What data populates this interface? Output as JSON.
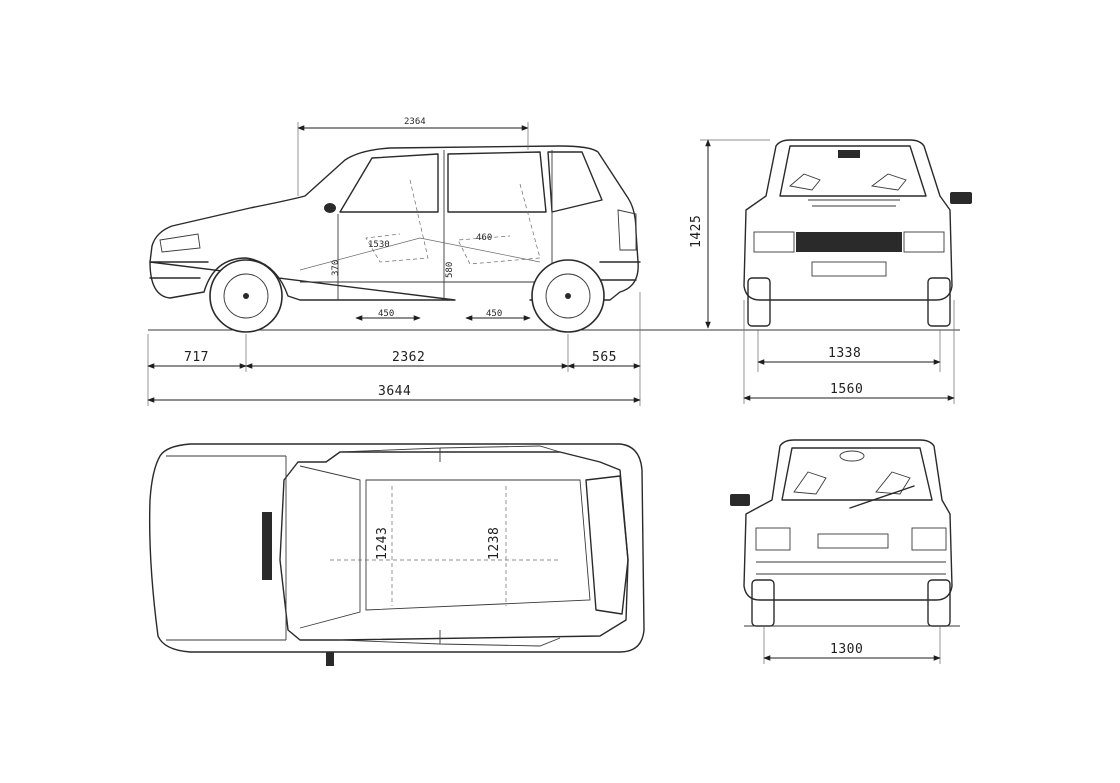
{
  "drawing": {
    "side_dimensions": {
      "front_overhang": "717",
      "wheelbase": "2362",
      "rear_overhang": "565",
      "overall_length": "3644",
      "top_span": "2364",
      "seat_span_front": "450",
      "seat_span_rear": "450",
      "seat_mark_front": "1530",
      "seat_mark_mid": "460",
      "seat_mark_b": "370",
      "seat_mark_c": "580"
    },
    "front_dimensions": {
      "height": "1425",
      "front_track": "1338",
      "overall_width": "1560"
    },
    "top_dimensions": {
      "front_width": "1243",
      "rear_width": "1238"
    },
    "rear_dimensions": {
      "rear_track": "1300"
    },
    "colors": {
      "ink": "#2a2a2a",
      "paper": "#ffffff"
    }
  }
}
